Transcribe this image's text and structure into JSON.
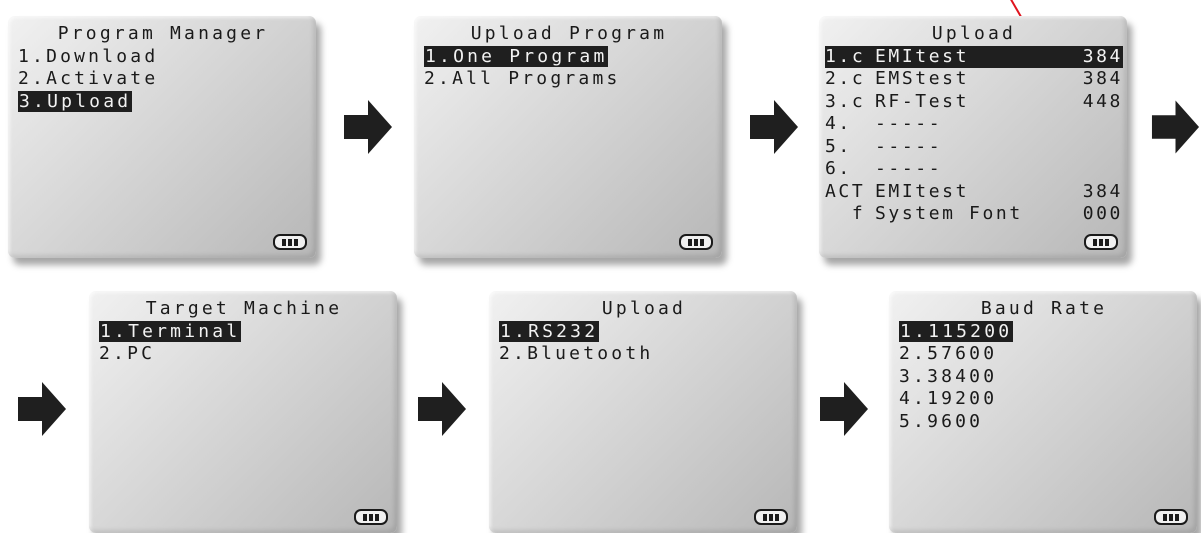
{
  "screens": [
    {
      "title": "Program Manager",
      "items": [
        {
          "text": "1.Download",
          "highlighted": false
        },
        {
          "text": "2.Activate",
          "highlighted": false
        },
        {
          "text": "3.Upload",
          "highlighted": true
        }
      ]
    },
    {
      "title": "Upload Program",
      "items": [
        {
          "text": "1.One Program",
          "highlighted": true
        },
        {
          "text": "2.All Programs",
          "highlighted": false
        }
      ]
    },
    {
      "title": "Upload",
      "rows": [
        {
          "prefix": "1.c",
          "name": "EMItest",
          "size": "384",
          "highlighted": true
        },
        {
          "prefix": "2.c",
          "name": "EMStest",
          "size": "384",
          "highlighted": false
        },
        {
          "prefix": "3.c",
          "name": "RF-Test",
          "size": "448",
          "highlighted": false
        },
        {
          "prefix": "4.",
          "name": "-----",
          "size": "",
          "highlighted": false
        },
        {
          "prefix": "5.",
          "name": "-----",
          "size": "",
          "highlighted": false
        },
        {
          "prefix": "6.",
          "name": "-----",
          "size": "",
          "highlighted": false
        },
        {
          "prefix": "ACT",
          "name": "EMItest",
          "size": "384",
          "highlighted": false
        },
        {
          "prefix": "  f",
          "name": "System Font",
          "size": "000",
          "highlighted": false
        }
      ]
    },
    {
      "title": "Target Machine",
      "items": [
        {
          "text": "1.Terminal",
          "highlighted": true
        },
        {
          "text": "2.PC",
          "highlighted": false
        }
      ]
    },
    {
      "title": "Upload",
      "items": [
        {
          "text": "1.RS232",
          "highlighted": true
        },
        {
          "text": "2.Bluetooth",
          "highlighted": false
        }
      ]
    },
    {
      "title": "Baud Rate",
      "items": [
        {
          "text": "1.115200",
          "highlighted": true
        },
        {
          "text": "2.57600",
          "highlighted": false
        },
        {
          "text": "3.38400",
          "highlighted": false
        },
        {
          "text": "4.19200",
          "highlighted": false
        },
        {
          "text": "5.9600",
          "highlighted": false
        }
      ]
    }
  ],
  "icons": {
    "arrow": "right-arrow-icon",
    "battery": "battery-icon"
  },
  "colors": {
    "highlight_bg": "#1f1f1f",
    "highlight_fg": "#f2f2f2",
    "arrow": "#1f1f1f",
    "accent_mark": "#e0141e"
  }
}
